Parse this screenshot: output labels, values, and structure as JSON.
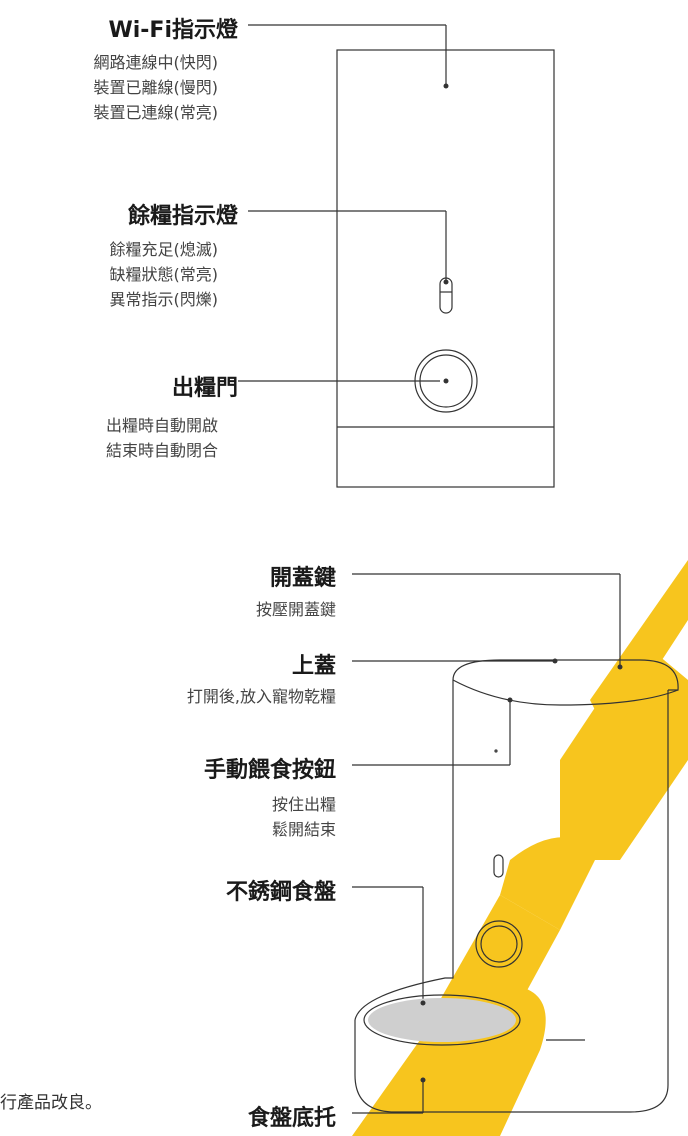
{
  "front_view": {
    "wifi": {
      "title": "Wi-Fi指示燈",
      "lines": [
        "網路連線中(快閃)",
        "裝置已離線(慢閃)",
        "裝置已連線(常亮)"
      ]
    },
    "food": {
      "title": "餘糧指示燈",
      "lines": [
        "餘糧充足(熄滅)",
        "缺糧狀態(常亮)",
        "異常指示(閃爍)"
      ]
    },
    "door": {
      "title": "出糧門",
      "lines": [
        "出糧時自動開啟",
        "結束時自動閉合"
      ]
    }
  },
  "side_view": {
    "lid_button": {
      "title": "開蓋鍵",
      "lines": [
        "按壓開蓋鍵"
      ]
    },
    "lid": {
      "title": "上蓋",
      "lines": [
        "打開後,放入寵物乾糧"
      ]
    },
    "manual": {
      "title": "手動餵食按鈕",
      "lines": [
        "按住出糧",
        "鬆開結束"
      ]
    },
    "bowl": {
      "title": "不銹鋼食盤"
    },
    "base": {
      "title": "食盤底托"
    }
  },
  "footer_fragment": "行產品改良。",
  "colors": {
    "line": "#333333",
    "watermark": "#f7c51e",
    "bowl": "#cfcfcf"
  }
}
